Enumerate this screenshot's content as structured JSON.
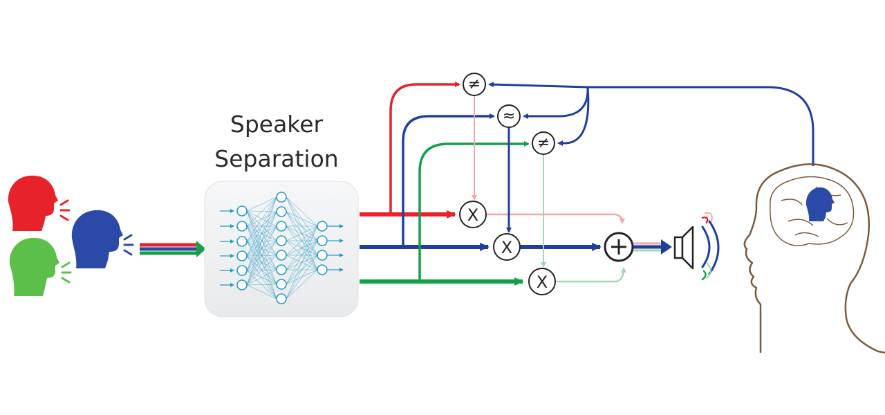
{
  "title": {
    "line1": "Speaker",
    "line2": "Separation"
  },
  "symbols": {
    "not_equal": "≠",
    "approx_equal": "≈",
    "multiply": "X",
    "sum": "+"
  },
  "colors": {
    "speaker_red": "#e8222a",
    "speaker_green": "#5bbf4a",
    "speaker_blue": "#2b4aa8",
    "path_red": "#e8222a",
    "path_blue": "#1e3f9e",
    "path_green": "#14a04a",
    "network": "#2a9bc4",
    "head_outline": "#7a5a3a"
  }
}
